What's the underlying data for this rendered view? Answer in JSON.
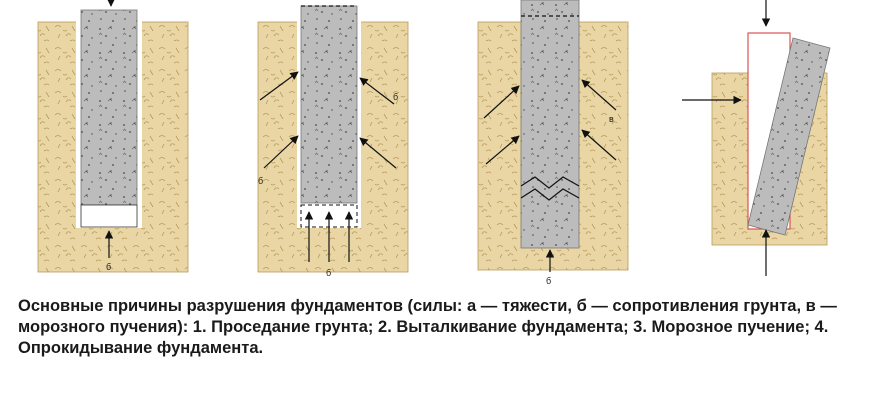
{
  "colors": {
    "soil": "#e9d6a4",
    "soil_stroke": "#b89a5c",
    "concrete": "#bcbcbc",
    "speckle": "#4a4a4a",
    "arrow": "#111111",
    "highlight_frame": "#d9534f"
  },
  "labels": {
    "panel1_bottom": "б",
    "panel2_side_right": "б",
    "panel2_side_left": "б",
    "panel2_bottom": "б",
    "panel3_side": "в",
    "panel3_bottom": "б"
  },
  "caption": "Основные причины разрушения фундаментов (силы: а — тяжести, б — сопротивления грунта, в — морозного пучения): 1. Проседание грунта; 2. Выталкивание фундамента; 3. Морозное пучение; 4. Опрокидывание фундамента."
}
